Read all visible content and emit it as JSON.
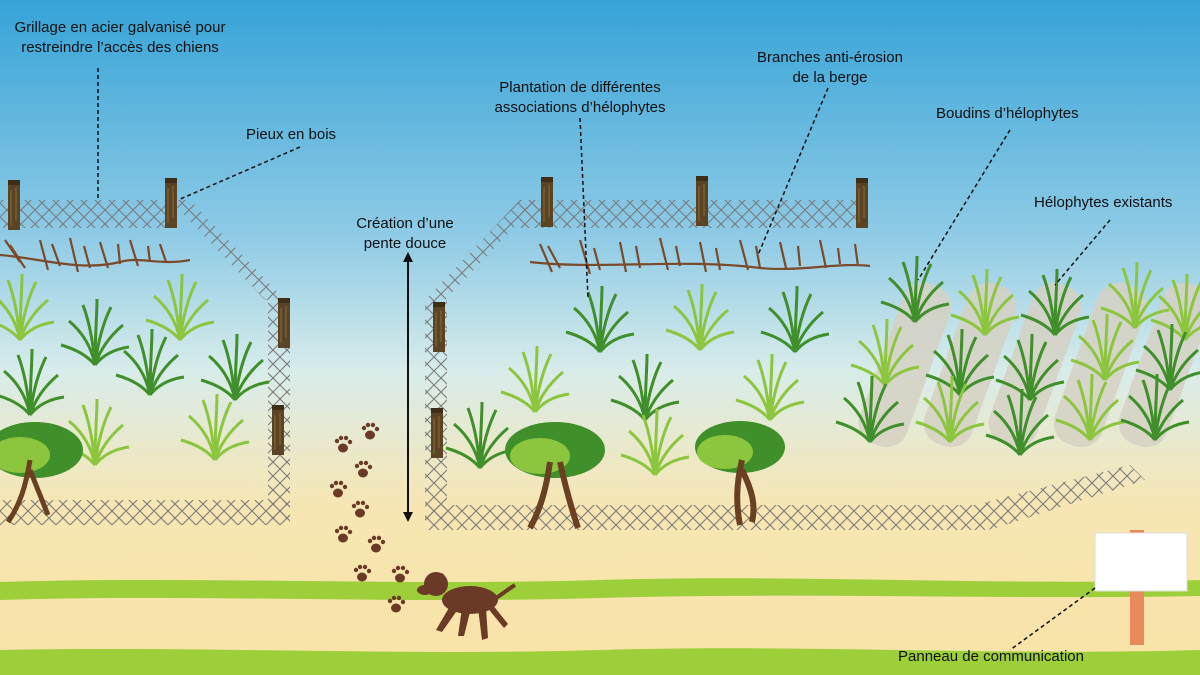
{
  "labels": {
    "grillage_line1": "Grillage en acier galvanisé pour",
    "grillage_line2": "restreindre l’accès des chiens",
    "pieux": "Pieux en bois",
    "plantation_line1": "Plantation de différentes",
    "plantation_line2": "associations d’hélophytes",
    "branches_line1": "Branches anti-érosion",
    "branches_line2": "de la berge",
    "boudins": "Boudins d’hélophytes",
    "existants": "Hélophytes existants",
    "pente_line1": "Création d’une",
    "pente_line2": "pente douce",
    "panneau": "Panneau de communication"
  },
  "colors": {
    "sky_top": "#3aa6d8",
    "sky_mid": "#bfe0ee",
    "ground": "#f6e2a8",
    "grass_band": "#9ccf3a",
    "plant_dark": "#3f8f2a",
    "plant_light": "#8cc63f",
    "branch": "#7a4a2a",
    "post": "#5a4424",
    "fence": "#777777",
    "dog": "#6b3a26",
    "sign_post": "#e98a5a",
    "boudin": "#d6d2c4"
  }
}
